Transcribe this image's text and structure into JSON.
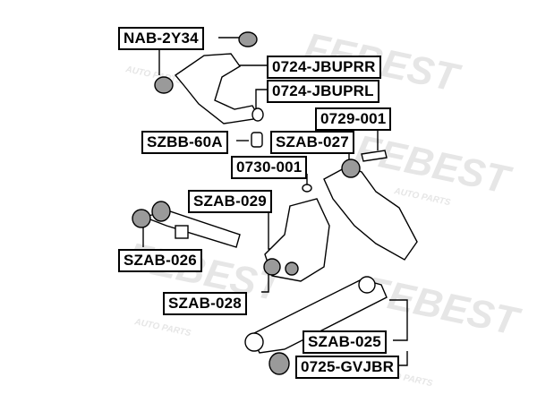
{
  "diagram": {
    "watermark": {
      "brand": "FEBEST",
      "tagline": "AUTO PARTS"
    },
    "part_labels": {
      "nab_2y34": "NAB-2Y34",
      "p0724_jbuprr": "0724-JBUPRR",
      "p0724_jbuprl": "0724-JBUPRL",
      "p0729_001": "0729-001",
      "szbb_60a": "SZBB-60A",
      "szab_027": "SZAB-027",
      "p0730_001": "0730-001",
      "szab_029": "SZAB-029",
      "szab_026": "SZAB-026",
      "szab_028": "SZAB-028",
      "szab_025": "SZAB-025",
      "p0725_gvjbr": "0725-GVJBR"
    },
    "colors": {
      "line": "#000000",
      "label_bg": "#ffffff",
      "watermark": "#e6e6e6",
      "part_shade": "#9a9a9a"
    }
  }
}
